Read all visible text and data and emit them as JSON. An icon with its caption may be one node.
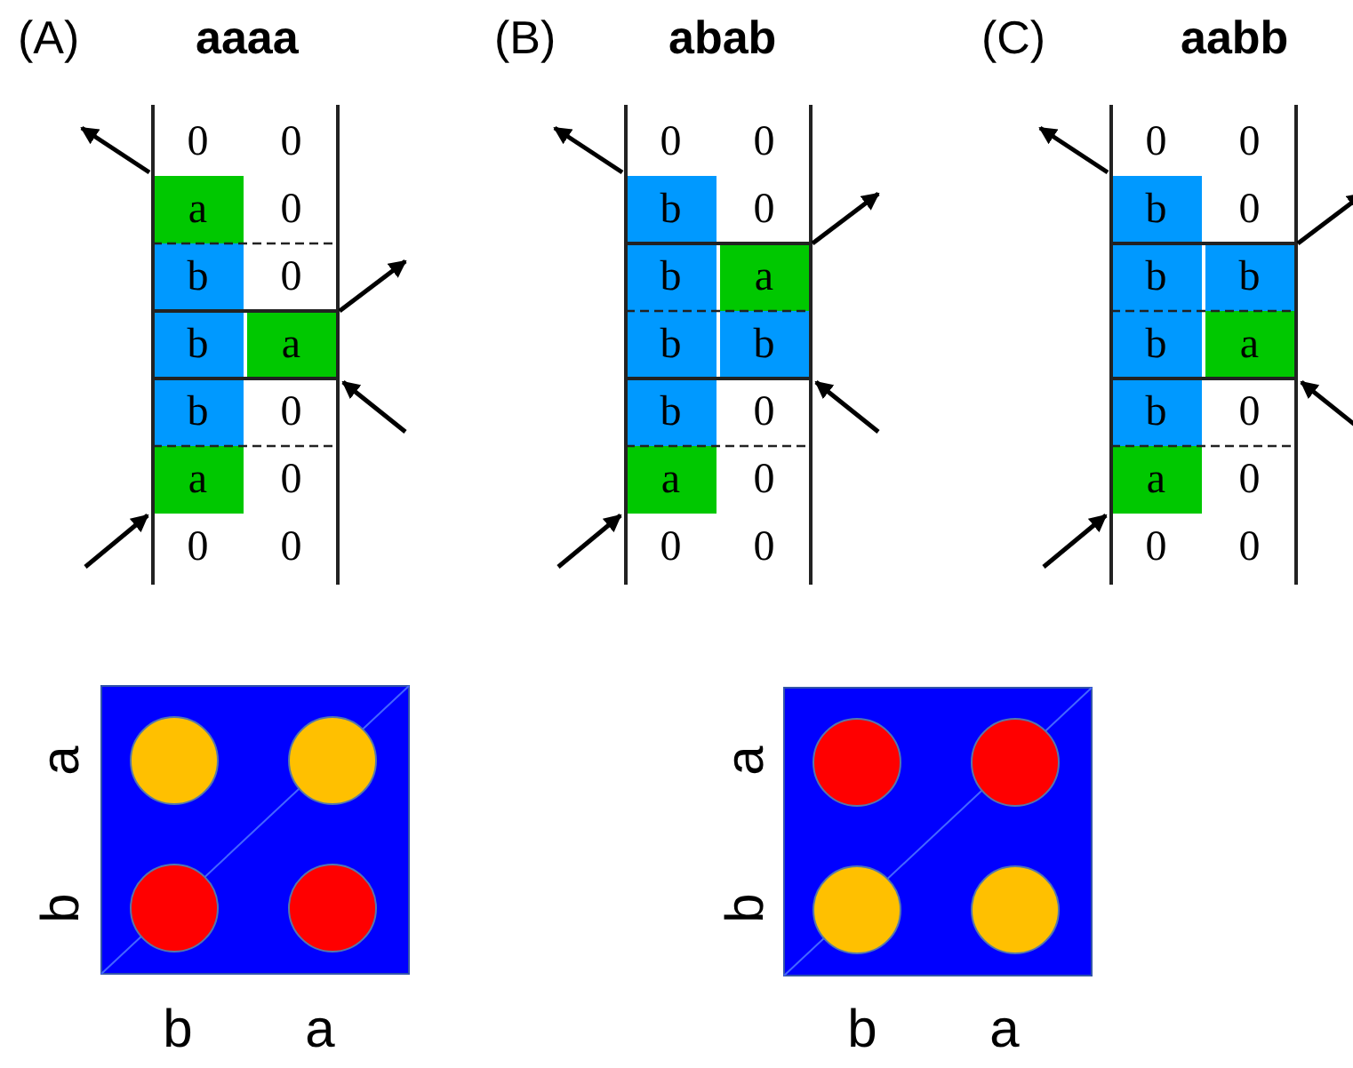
{
  "diagram": {
    "labels": [
      "(A)",
      "aaaa",
      "(B)",
      "abab",
      "(C)",
      "aabb",
      "0",
      "0",
      "a",
      "0",
      "b",
      "0",
      "b",
      "a",
      "b",
      "0",
      "a",
      "0",
      "0",
      "0",
      "0",
      "0",
      "b",
      "0",
      "b",
      "a",
      "b",
      "b",
      "b",
      "0",
      "a",
      "0",
      "0",
      "0",
      "0",
      "0",
      "b",
      "0",
      "b",
      "b",
      "b",
      "a",
      "b",
      "0",
      "a",
      "0",
      "0",
      "0",
      "a",
      "a",
      "b",
      "b",
      "b",
      "a",
      "b",
      "a"
    ]
  }
}
